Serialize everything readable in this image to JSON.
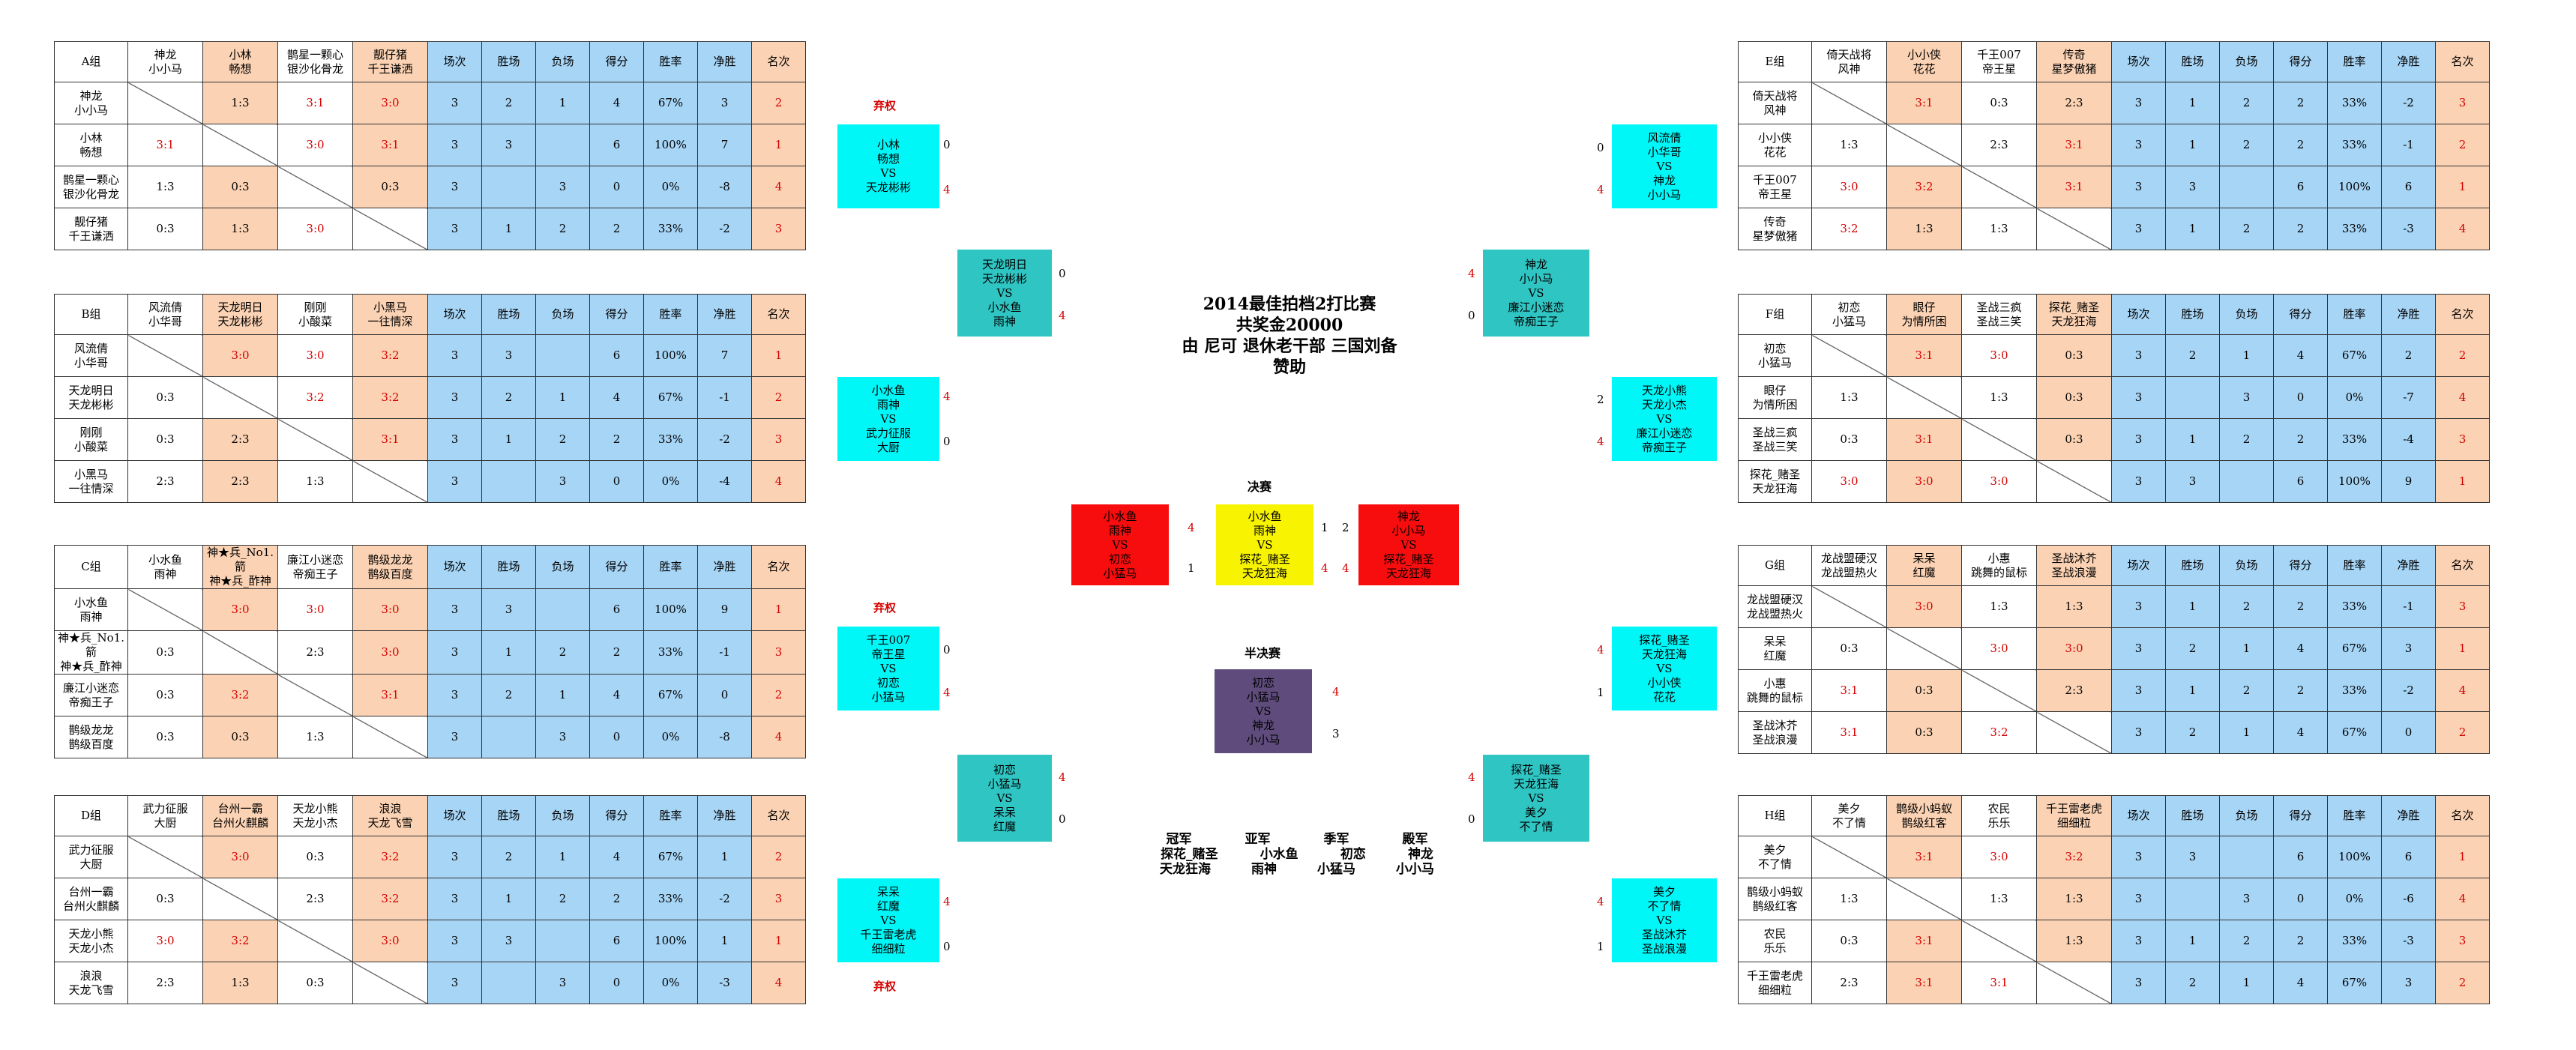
{
  "title_lines": [
    "2014最佳拍档2打比赛",
    "共奖金20000",
    "由 尼可 退休老干部 三国刘备",
    "赞助"
  ],
  "header_cols": [
    "场次",
    "胜场",
    "负场",
    "得分",
    "胜率",
    "净胜",
    "名次"
  ],
  "groups": {
    "A": {
      "name": "A组",
      "teams": [
        "神龙\n小小马",
        "小林\n畅想",
        "鹊星一颗心\n银沙化骨龙",
        "靓仔猪\n千王谦洒"
      ],
      "rows": [
        {
          "cells": [
            "",
            "1:3",
            "3:1",
            "3:0"
          ],
          "stats": [
            "3",
            "2",
            "1",
            "4",
            "67%",
            "3",
            "2"
          ]
        },
        {
          "cells": [
            "3:1",
            "",
            "3:0",
            "3:1"
          ],
          "stats": [
            "3",
            "3",
            "",
            "6",
            "100%",
            "7",
            "1"
          ]
        },
        {
          "cells": [
            "1:3",
            "0:3",
            "",
            "0:3"
          ],
          "stats": [
            "3",
            "",
            "3",
            "0",
            "0%",
            "-8",
            "4"
          ]
        },
        {
          "cells": [
            "0:3",
            "1:3",
            "3:0",
            ""
          ],
          "stats": [
            "3",
            "1",
            "2",
            "2",
            "33%",
            "-2",
            "3"
          ]
        }
      ]
    },
    "B": {
      "name": "B组",
      "teams": [
        "风流倩\n小华哥",
        "天龙明日\n天龙彬彬",
        "刚刚\n小酸菜",
        "小黑马\n一往情深"
      ],
      "rows": [
        {
          "cells": [
            "",
            "3:0",
            "3:0",
            "3:2"
          ],
          "stats": [
            "3",
            "3",
            "",
            "6",
            "100%",
            "7",
            "1"
          ]
        },
        {
          "cells": [
            "0:3",
            "",
            "3:2",
            "3:2"
          ],
          "stats": [
            "3",
            "2",
            "1",
            "4",
            "67%",
            "-1",
            "2"
          ]
        },
        {
          "cells": [
            "0:3",
            "2:3",
            "",
            "3:1"
          ],
          "stats": [
            "3",
            "1",
            "2",
            "2",
            "33%",
            "-2",
            "3"
          ]
        },
        {
          "cells": [
            "2:3",
            "2:3",
            "1:3",
            ""
          ],
          "stats": [
            "3",
            "",
            "3",
            "0",
            "0%",
            "-4",
            "4"
          ]
        }
      ]
    },
    "C": {
      "name": "C组",
      "teams": [
        "小水鱼\n雨神",
        "神★兵_No1.箭\n神★兵_酢神",
        "廉江小迷恋\n帝痴王子",
        "鹊级龙龙\n鹊级百度"
      ],
      "rows": [
        {
          "cells": [
            "",
            "3:0",
            "3:0",
            "3:0"
          ],
          "stats": [
            "3",
            "3",
            "",
            "6",
            "100%",
            "9",
            "1"
          ]
        },
        {
          "cells": [
            "0:3",
            "",
            "2:3",
            "3:0"
          ],
          "stats": [
            "3",
            "1",
            "2",
            "2",
            "33%",
            "-1",
            "3"
          ]
        },
        {
          "cells": [
            "0:3",
            "3:2",
            "",
            "3:1"
          ],
          "stats": [
            "3",
            "2",
            "1",
            "4",
            "67%",
            "0",
            "2"
          ]
        },
        {
          "cells": [
            "0:3",
            "0:3",
            "1:3",
            ""
          ],
          "stats": [
            "3",
            "",
            "3",
            "0",
            "0%",
            "-8",
            "4"
          ]
        }
      ]
    },
    "D": {
      "name": "D组",
      "teams": [
        "武力征服\n大厨",
        "台州一霸\n台州火麒麟",
        "天龙小熊\n天龙小杰",
        "浪浪\n天龙飞雪"
      ],
      "rows": [
        {
          "cells": [
            "",
            "3:0",
            "0:3",
            "3:2"
          ],
          "stats": [
            "3",
            "2",
            "1",
            "4",
            "67%",
            "1",
            "2"
          ]
        },
        {
          "cells": [
            "0:3",
            "",
            "2:3",
            "3:2"
          ],
          "stats": [
            "3",
            "1",
            "2",
            "2",
            "33%",
            "-2",
            "3"
          ]
        },
        {
          "cells": [
            "3:0",
            "3:2",
            "",
            "3:0"
          ],
          "stats": [
            "3",
            "3",
            "",
            "6",
            "100%",
            "1",
            "1"
          ]
        },
        {
          "cells": [
            "2:3",
            "1:3",
            "0:3",
            ""
          ],
          "stats": [
            "3",
            "",
            "3",
            "0",
            "0%",
            "-3",
            "4"
          ]
        }
      ]
    },
    "E": {
      "name": "E组",
      "teams": [
        "倚天战将\n风神",
        "小小侠\n花花",
        "千王007\n帝王星",
        "传奇\n星梦傲猪"
      ],
      "rows": [
        {
          "cells": [
            "",
            "3:1",
            "0:3",
            "2:3"
          ],
          "stats": [
            "3",
            "1",
            "2",
            "2",
            "33%",
            "-2",
            "3"
          ]
        },
        {
          "cells": [
            "1:3",
            "",
            "2:3",
            "3:1"
          ],
          "stats": [
            "3",
            "1",
            "2",
            "2",
            "33%",
            "-1",
            "2"
          ]
        },
        {
          "cells": [
            "3:0",
            "3:2",
            "",
            "3:1"
          ],
          "stats": [
            "3",
            "3",
            "",
            "6",
            "100%",
            "6",
            "1"
          ]
        },
        {
          "cells": [
            "3:2",
            "1:3",
            "1:3",
            ""
          ],
          "stats": [
            "3",
            "1",
            "2",
            "2",
            "33%",
            "-3",
            "4"
          ]
        }
      ]
    },
    "F": {
      "name": "F组",
      "teams": [
        "初恋\n小猛马",
        "眼仔\n为情所困",
        "圣战三疯\n圣战三笑",
        "探花_赌圣\n天龙狂海"
      ],
      "rows": [
        {
          "cells": [
            "",
            "3:1",
            "3:0",
            "0:3"
          ],
          "stats": [
            "3",
            "2",
            "1",
            "4",
            "67%",
            "2",
            "2"
          ]
        },
        {
          "cells": [
            "1:3",
            "",
            "1:3",
            "0:3"
          ],
          "stats": [
            "3",
            "",
            "3",
            "0",
            "0%",
            "-7",
            "4"
          ]
        },
        {
          "cells": [
            "0:3",
            "3:1",
            "",
            "0:3"
          ],
          "stats": [
            "3",
            "1",
            "2",
            "2",
            "33%",
            "-4",
            "3"
          ]
        },
        {
          "cells": [
            "3:0",
            "3:0",
            "3:0",
            ""
          ],
          "stats": [
            "3",
            "3",
            "",
            "6",
            "100%",
            "9",
            "1"
          ]
        }
      ]
    },
    "G": {
      "name": "G组",
      "teams": [
        "龙战盟硬汉\n龙战盟热火",
        "呆呆\n红魔",
        "小惠\n跳舞的鼠标",
        "圣战沐芥\n圣战浪漫"
      ],
      "rows": [
        {
          "cells": [
            "",
            "3:0",
            "1:3",
            "1:3"
          ],
          "stats": [
            "3",
            "1",
            "2",
            "2",
            "33%",
            "-1",
            "3"
          ]
        },
        {
          "cells": [
            "0:3",
            "",
            "3:0",
            "3:0"
          ],
          "stats": [
            "3",
            "2",
            "1",
            "4",
            "67%",
            "3",
            "1"
          ]
        },
        {
          "cells": [
            "3:1",
            "0:3",
            "",
            "2:3"
          ],
          "stats": [
            "3",
            "1",
            "2",
            "2",
            "33%",
            "-2",
            "4"
          ]
        },
        {
          "cells": [
            "3:1",
            "0:3",
            "3:2",
            ""
          ],
          "stats": [
            "3",
            "2",
            "1",
            "4",
            "67%",
            "0",
            "2"
          ]
        }
      ]
    },
    "H": {
      "name": "H组",
      "teams": [
        "美夕\n不了情",
        "鹊级小蚂蚁\n鹊级红客",
        "农民\n乐乐",
        "千王雷老虎\n细细粒"
      ],
      "rows": [
        {
          "cells": [
            "",
            "3:1",
            "3:0",
            "3:2"
          ],
          "stats": [
            "3",
            "3",
            "",
            "6",
            "100%",
            "6",
            "1"
          ]
        },
        {
          "cells": [
            "1:3",
            "",
            "1:3",
            "1:3"
          ],
          "stats": [
            "3",
            "",
            "3",
            "0",
            "0%",
            "-6",
            "4"
          ]
        },
        {
          "cells": [
            "0:3",
            "3:1",
            "",
            "1:3"
          ],
          "stats": [
            "3",
            "1",
            "2",
            "2",
            "33%",
            "-3",
            "3"
          ]
        },
        {
          "cells": [
            "2:3",
            "3:1",
            "3:1",
            ""
          ],
          "stats": [
            "3",
            "2",
            "1",
            "4",
            "67%",
            "3",
            "2"
          ]
        }
      ]
    }
  },
  "bracket": {
    "forfeit": "弃权",
    "m1": {
      "text": "小林\n畅想\nVS\n天龙彬彬",
      "s1": "0",
      "s2": "4"
    },
    "m2": {
      "text": "小水鱼\n雨神\nVS\n武力征服\n大厨",
      "s1": "4",
      "s2": "0"
    },
    "m3": {
      "text": "千王007\n帝王星\nVS\n初恋\n小猛马",
      "s1": "0",
      "s2": "4"
    },
    "m4": {
      "text": "呆呆\n红魔\nVS\n千王雷老虎\n细细粒",
      "s1": "4",
      "s2": "0"
    },
    "m5": {
      "text": "风流倩\n小华哥\nVS\n神龙\n小小马",
      "s1": "0",
      "s2": "4"
    },
    "m6": {
      "text": "天龙小熊\n天龙小杰\nVS\n廉江小迷恋\n帝痴王子",
      "s1": "2",
      "s2": "4"
    },
    "m7": {
      "text": "探花_赌圣\n天龙狂海\nVS\n小小侠\n花花",
      "s1": "4",
      "s2": "1"
    },
    "m8": {
      "text": "美夕\n不了情\nVS\n圣战沐芥\n圣战浪漫",
      "s1": "4",
      "s2": "1"
    },
    "q1": {
      "text": "天龙明日\n天龙彬彬\nVS\n小水鱼\n雨神",
      "s1": "0",
      "s2": "4"
    },
    "q2": {
      "text": "初恋\n小猛马\nVS\n呆呆\n红魔",
      "s1": "4",
      "s2": "0"
    },
    "q3": {
      "text": "神龙\n小小马\nVS\n廉江小迷恋\n帝痴王子",
      "s1": "4",
      "s2": "0"
    },
    "q4": {
      "text": "探花_赌圣\n天龙狂海\nVS\n美夕\n不了情",
      "s1": "4",
      "s2": "0"
    },
    "sf_label": "半决赛",
    "final_label": "决赛",
    "sf1": {
      "text": "小水鱼\n雨神\nVS\n初恋\n小猛马",
      "s1": "4",
      "s2": "1"
    },
    "sf2": {
      "text": "神龙\n小小马\nVS\n探花_赌圣\n天龙狂海",
      "s1": "2",
      "s2": "4"
    },
    "final": {
      "text": "小水鱼\n雨神\nVS\n探花_赌圣\n天龙狂海",
      "s1": "1",
      "s2": "4"
    },
    "third": {
      "text": "初恋\n小猛马\nVS\n神龙\n小小马",
      "s1": "4",
      "s2": "3"
    }
  },
  "placings": {
    "labels": [
      "冠军",
      "亚军",
      "季军",
      "殿军"
    ],
    "row1": [
      "探花_赌圣",
      "小水鱼",
      "初恋",
      "神龙"
    ],
    "row2": [
      "天龙狂海",
      "雨神",
      "小猛马",
      "小小马"
    ]
  }
}
